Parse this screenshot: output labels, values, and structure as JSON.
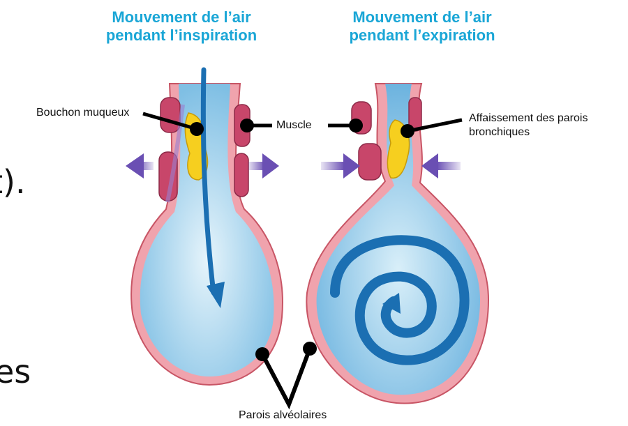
{
  "titles": {
    "inspiration": [
      "Mouvement de l’air",
      "pendant l’inspiration"
    ],
    "expiration": [
      "Mouvement de l’air",
      "pendant l’expiration"
    ]
  },
  "labels": {
    "mucus_plug": "Bouchon muqueux",
    "muscle": "Muscle",
    "wall_collapse": [
      "Affaissement des parois",
      "bronchiques"
    ],
    "alveolar_walls": "Parois alvéolaires"
  },
  "edge_text": {
    "upper": "t).",
    "lower": "es"
  },
  "colors": {
    "title": "#1aa6d6",
    "airflow": "#1b6fb2",
    "wall": "#f0a3ad",
    "muscle": "#c8466a",
    "mucus": "#f6cf1f",
    "pressure_arrow": "#6a4fb3",
    "lumen": "#bfe0f3"
  }
}
